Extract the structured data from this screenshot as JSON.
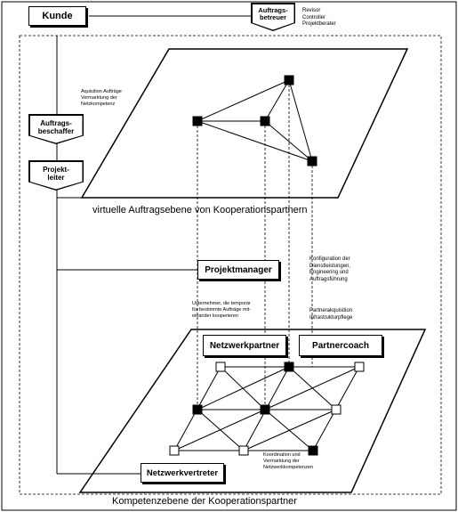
{
  "roles": {
    "kunde": "Kunde",
    "auftragsbetreuer": "Auftrags-\nbetreuer",
    "auftragsbeschaffer": "Auftrags-\nbeschaffer",
    "projektleiter": "Projekt-\nleiter",
    "projektmanager": "Projektmanager",
    "netzwerkpartner": "Netzwerkpartner",
    "partnercoach": "Partnercoach",
    "netzwerkvertreter": "Netzwerkvertreter"
  },
  "notes": {
    "auftragsbetreuer_roles": "Revisor\nController\nProjektberater",
    "akquisition": "Aquisition Aufträge\nVermarktung der\nNetzkompetenz",
    "konfiguration": "Konfiguration der\nDienstleistungen,\nEngineering und\nAuftragsführung",
    "unternehmer": "Unternehmer, die temporär\nfür bestimmte Aufträge mit-\neinander kooperieren",
    "partnerakquisition": "Partnerakquisition\nInfrastrukturpflege",
    "koordination": "Koordination und\nVermarktung der\nNetzwerkkompetenzen"
  },
  "planes": {
    "virtual_label": "virtuelle Auftragsebene von Kooperationspartnern",
    "competence_label": "Kompetenzebene der Kooperationspartner"
  }
}
